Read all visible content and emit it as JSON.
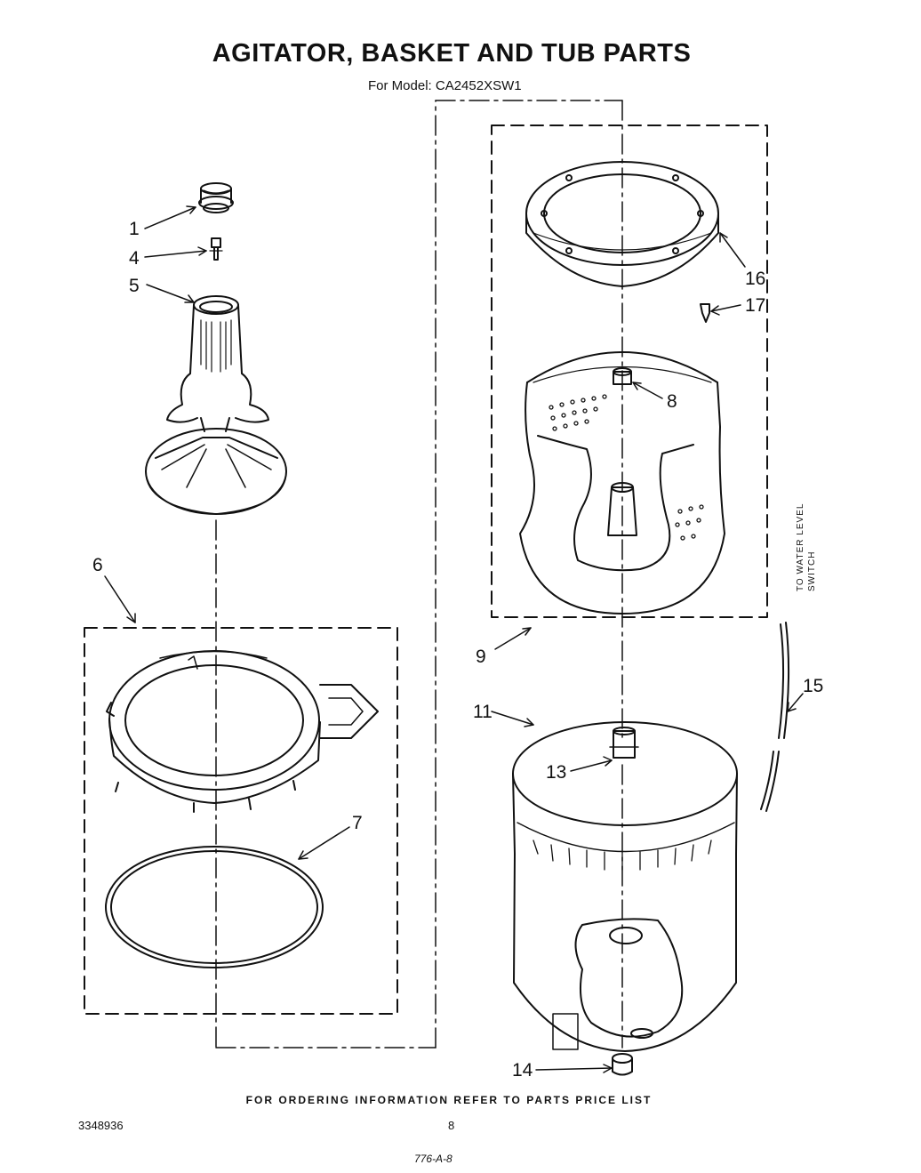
{
  "header": {
    "title": "AGITATOR, BASKET AND TUB PARTS",
    "model_line": "For Model: CA2452XSW1"
  },
  "callouts": {
    "c1": "1",
    "c4": "4",
    "c5": "5",
    "c6": "6",
    "c7": "7",
    "c8": "8",
    "c9": "9",
    "c11": "11",
    "c13": "13",
    "c14": "14",
    "c15": "15",
    "c16": "16",
    "c17": "17"
  },
  "side_note": {
    "line1": "TO WATER LEVEL",
    "line2": "SWITCH"
  },
  "footer": {
    "ordering_note": "FOR ORDERING INFORMATION REFER TO PARTS PRICE LIST",
    "doc_number": "3348936",
    "page_number": "8",
    "handwritten": "776-A-8"
  }
}
